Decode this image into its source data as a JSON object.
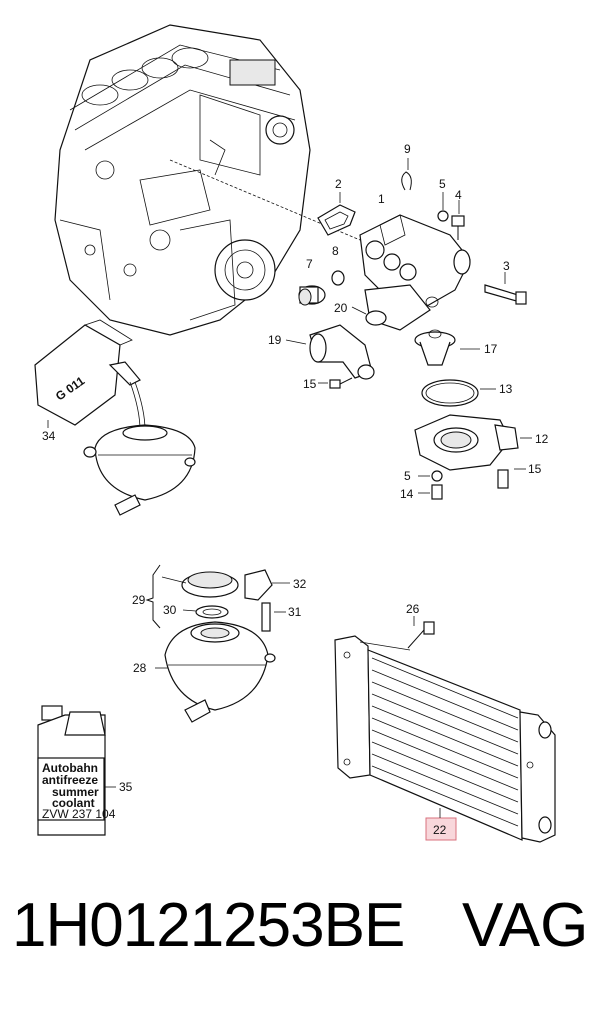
{
  "diagram": {
    "callouts": {
      "c1": "1",
      "c2": "2",
      "c3": "3",
      "c4": "4",
      "c5a": "5",
      "c5b": "5",
      "c7": "7",
      "c8": "8",
      "c9": "9",
      "c12": "12",
      "c13": "13",
      "c14": "14",
      "c15a": "15",
      "c15b": "15",
      "c17": "17",
      "c19": "19",
      "c20": "20",
      "c22": "22",
      "c26": "26",
      "c28": "28",
      "c29": "29",
      "c30": "30",
      "c31": "31",
      "c32": "32",
      "c34": "34",
      "c35": "35"
    },
    "bottle_label": "G 011",
    "coolant_label": {
      "line1": "Autobahn",
      "line2": "antifreeze",
      "line3": "summer",
      "line4": "coolant",
      "part": "ZVW 237 104"
    },
    "highlight_color": "#f8d7db"
  },
  "footer": {
    "part_number": "1H0121253BE",
    "brand": "VAG"
  }
}
